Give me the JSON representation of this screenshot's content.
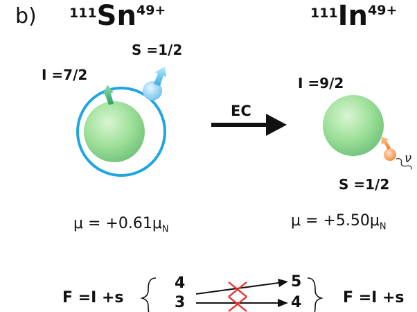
{
  "panel_label": "b)",
  "parent": {
    "mass_number": "111",
    "symbol": "Sn",
    "charge": "49+",
    "nuclear_spin": "I =7/2",
    "electron_spin": "S =1/2",
    "moment_prefix": "μ = +0.61μ",
    "moment_subscript": "N"
  },
  "daughter": {
    "mass_number": "111",
    "symbol": "In",
    "charge": "49+",
    "nuclear_spin": "I =9/2",
    "electron_spin": "S =1/2",
    "neutrino_symbol": "ν",
    "moment_prefix": "μ = +5.50μ",
    "moment_subscript": "N"
  },
  "decay_label": "EC",
  "hyperfine": {
    "left_label": "F =I +s",
    "right_label": "F =I +s",
    "left_levels": [
      "4",
      "3"
    ],
    "right_levels": [
      "5",
      "4"
    ]
  },
  "colors": {
    "nucleus": "#8fd98f",
    "orbit": "#1ea6e0",
    "electron": "#7cc8f0",
    "spin_arrow_nucleus": "#3cb878",
    "neutrino": "#f4a060",
    "forbidden": "#e8302a"
  }
}
